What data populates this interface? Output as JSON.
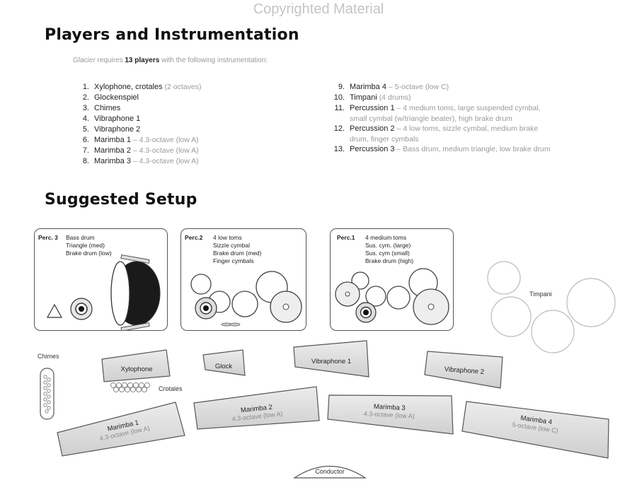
{
  "watermark": "Copyrighted Material",
  "players": {
    "heading": "Players and Instrumentation",
    "intro_piece": "Glacier",
    "intro_mid": " requires ",
    "intro_count": "13 players",
    "intro_tail": " with the following instrumentation:",
    "left_items": [
      {
        "num": "1.",
        "name": "Xylophone, crotales",
        "detail": " (2 octaves)"
      },
      {
        "num": "2.",
        "name": "Glockenspiel",
        "detail": ""
      },
      {
        "num": "3.",
        "name": "Chimes",
        "detail": ""
      },
      {
        "num": "4.",
        "name": "Vibraphone 1",
        "detail": ""
      },
      {
        "num": "5.",
        "name": "Vibraphone 2",
        "detail": ""
      },
      {
        "num": "6.",
        "name": "Marimba 1",
        "detail": " – 4.3-octave (low A)"
      },
      {
        "num": "7.",
        "name": "Marimba 2",
        "detail": " – 4.3-octave (low A)"
      },
      {
        "num": "8.",
        "name": "Marimba 3",
        "detail": " – 4.3-octave (low A)"
      }
    ],
    "right_items": [
      {
        "num": "9.",
        "name": "Marimba 4",
        "detail": " – 5-octave (low C)",
        "detail2": ""
      },
      {
        "num": "10.",
        "name": "Timpani",
        "detail": " (4 drums)",
        "detail2": ""
      },
      {
        "num": "11.",
        "name": "Percussion 1",
        "detail": " – 4 medium toms, large suspended cymbal,",
        "detail2": "small cymbal (w/triangle beater), high brake drum"
      },
      {
        "num": "12.",
        "name": "Percussion 2",
        "detail": " – 4 low toms, sizzle cymbal, medium brake",
        "detail2": "drum, finger cymbals"
      },
      {
        "num": "13.",
        "name": "Percussion 3",
        "detail": " – Bass drum, medium triangle, low brake drum",
        "detail2": ""
      }
    ]
  },
  "setup": {
    "heading": "Suggested Setup",
    "perc3": {
      "title": "Perc. 3",
      "lines": [
        "Bass drum",
        "Triangle (med)",
        "Brake drum (low)"
      ]
    },
    "perc2": {
      "title": "Perc.2",
      "lines": [
        "4 low toms",
        "Sizzle cymbal",
        "Brake drum (med)",
        "Finger cymbals"
      ]
    },
    "perc1": {
      "title": "Perc.1",
      "lines": [
        "4 medium toms",
        "Sus. cym. (large)",
        "Sus. cym (small)",
        "Brake drum (high)"
      ]
    },
    "timpani": "Timpani",
    "chimes": "Chimes",
    "crotales": "Crotales",
    "xylophone": "Xylophone",
    "glock": "Glock",
    "vib1": "Vibraphone 1",
    "vib2": "Vibraphone 2",
    "marimba1": {
      "name": "Marimba 1",
      "sub": "4.3-octave (low A)"
    },
    "marimba2": {
      "name": "Marimba 2",
      "sub": "4.3-octave (low A)"
    },
    "marimba3": {
      "name": "Marimba 3",
      "sub": "4.3-octave (low A)"
    },
    "marimba4": {
      "name": "Marimba 4",
      "sub": "5-octave (low C)"
    },
    "conductor": "Conductor"
  }
}
